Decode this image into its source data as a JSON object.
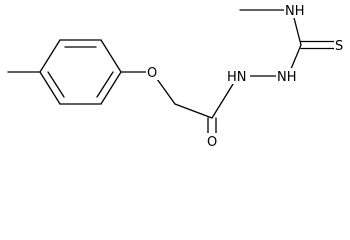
{
  "molecule": {
    "atoms": {
      "nh_methyl": "NH",
      "s_thione": "S",
      "nh_hydrazine_left": "HN",
      "nh_hydrazine_right": "NH",
      "o_ether": "O",
      "o_carbonyl": "O"
    }
  },
  "colors": {
    "bond": "#000000",
    "label": "#000000",
    "background": "#ffffff"
  }
}
